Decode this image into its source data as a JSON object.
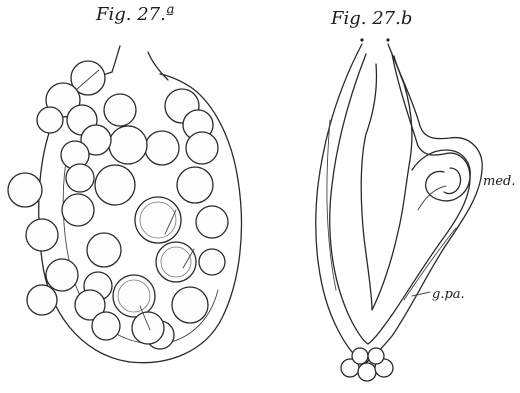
{
  "figure_a": {
    "title": "Fig. 27.ª"
  },
  "figure_b": {
    "title": "Fig. 27.b",
    "labels": {
      "med": "med.",
      "gpa": "g.pa."
    }
  }
}
